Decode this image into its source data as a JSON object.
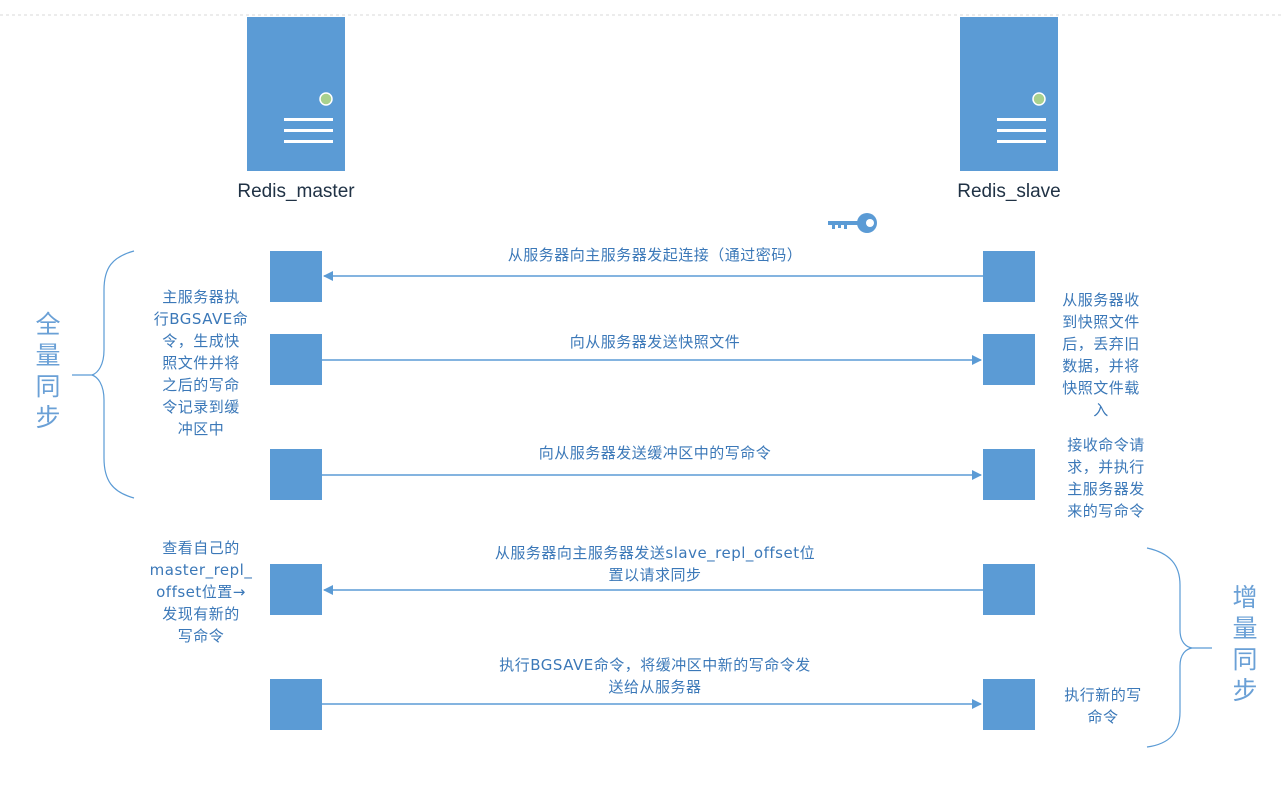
{
  "servers": {
    "master_label": "Redis_master",
    "slave_label": "Redis_slave"
  },
  "messages": {
    "m1": "从服务器向主服务器发起连接（通过密码）",
    "m2": "向从服务器发送快照文件",
    "m3": "向从服务器发送缓冲区中的写命令",
    "m4_line1": "从服务器向主服务器发送slave_repl_offset位",
    "m4_line2": "置以请求同步",
    "m5_line1": "执行BGSAVE命令，将缓冲区中新的写命令发",
    "m5_line2": "送给从服务器"
  },
  "master_notes": {
    "n1": [
      "主服务器执",
      "行BGSAVE命",
      "令，生成快",
      "照文件并将",
      "之后的写命",
      "令记录到缓",
      "冲区中"
    ],
    "n2": [
      "查看自己的",
      "master_repl_",
      "offset位置→",
      "发现有新的",
      "写命令"
    ]
  },
  "slave_notes": {
    "n1": [
      "从服务器收",
      "到快照文件",
      "后，丢弃旧",
      "数据，并将",
      "快照文件载",
      "入"
    ],
    "n2": [
      "接收命令请",
      "求，并执行",
      "主服务器发",
      "来的写命令"
    ],
    "n3": [
      "执行新的写",
      "命令"
    ]
  },
  "phases": {
    "full_sync": "全量同步",
    "incremental_sync": "增量同步"
  },
  "icons": {
    "server": "server-icon",
    "key": "key-icon"
  },
  "colors": {
    "primary_blue": "#5b9bd5",
    "text_blue": "#3b78b8",
    "phase_blue": "#6aa0d6",
    "label_dark": "#203245",
    "server_led": "#a9d18e"
  }
}
